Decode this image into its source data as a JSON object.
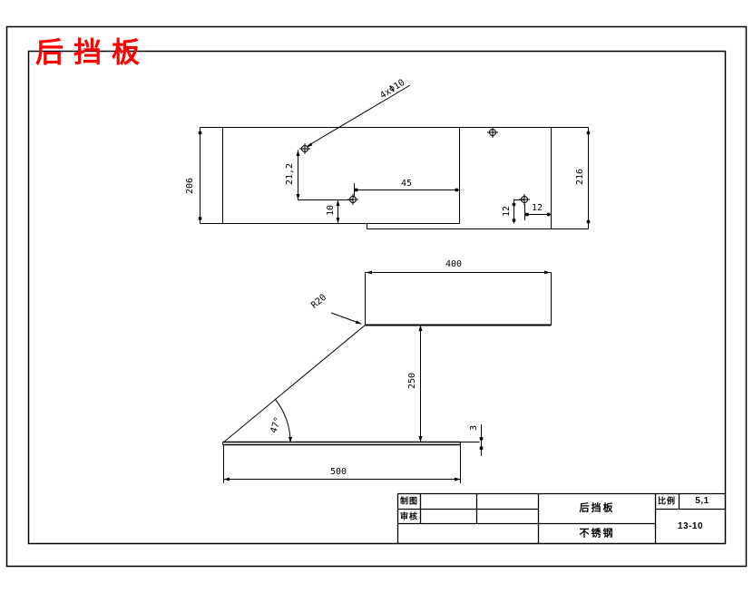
{
  "sheet": {
    "title": "后挡板"
  },
  "top_view": {
    "height_left": "206",
    "height_right": "216",
    "hole_offset_vertical": "21,2",
    "hole_offset_bottom": "10",
    "hole_spacing": "45",
    "corner_hole_vertical": "12",
    "corner_hole_horizontal": "12",
    "holes_note": "4xΦ10"
  },
  "side_view": {
    "top_flange_width": "400",
    "height": "250",
    "base_width": "500",
    "thickness": "3",
    "bend_angle": "47°",
    "bend_radius": "R20"
  },
  "title_block": {
    "drafted_label": "制图",
    "checked_label": "审核",
    "scale_label": "比例",
    "scale_value": "5,1",
    "part_name": "后挡板",
    "material": "不锈钢",
    "drawing_number": "13-10"
  }
}
